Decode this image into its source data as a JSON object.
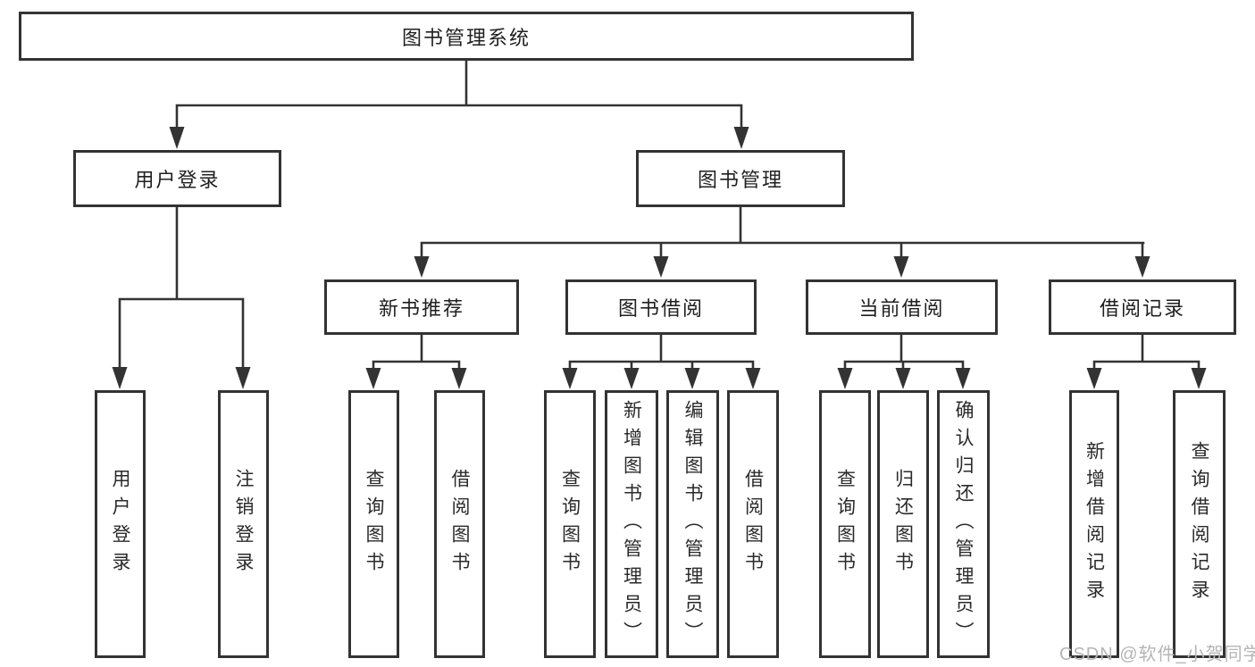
{
  "diagram": {
    "title_node": "图书管理系统",
    "level2": [
      {
        "label": "用户登录"
      },
      {
        "label": "图书管理"
      }
    ],
    "level3": [
      {
        "label": "新书推荐"
      },
      {
        "label": "图书借阅"
      },
      {
        "label": "当前借阅"
      },
      {
        "label": "借阅记录"
      }
    ],
    "leaves": {
      "user_login": [
        "用户登录",
        "注销登录"
      ],
      "new_books": [
        "查询图书",
        "借阅图书"
      ],
      "book_borrow": [
        "查询图书",
        "新增图书（管理员）",
        "编辑图书（管理员）",
        "借阅图书"
      ],
      "current_borrow": [
        "查询图书",
        "归还图书",
        "确认归还（管理员）"
      ],
      "borrow_records": [
        "新增借阅记录",
        "查询借阅记录"
      ]
    }
  },
  "watermark": {
    "text": "CSDN @软件_小贺同学"
  },
  "colors": {
    "line": "#333333",
    "box_border": "#333333",
    "box_fill": "#ffffff",
    "text": "#1f1f1f",
    "watermark": "#b5b5b5",
    "background": "#ffffff"
  }
}
